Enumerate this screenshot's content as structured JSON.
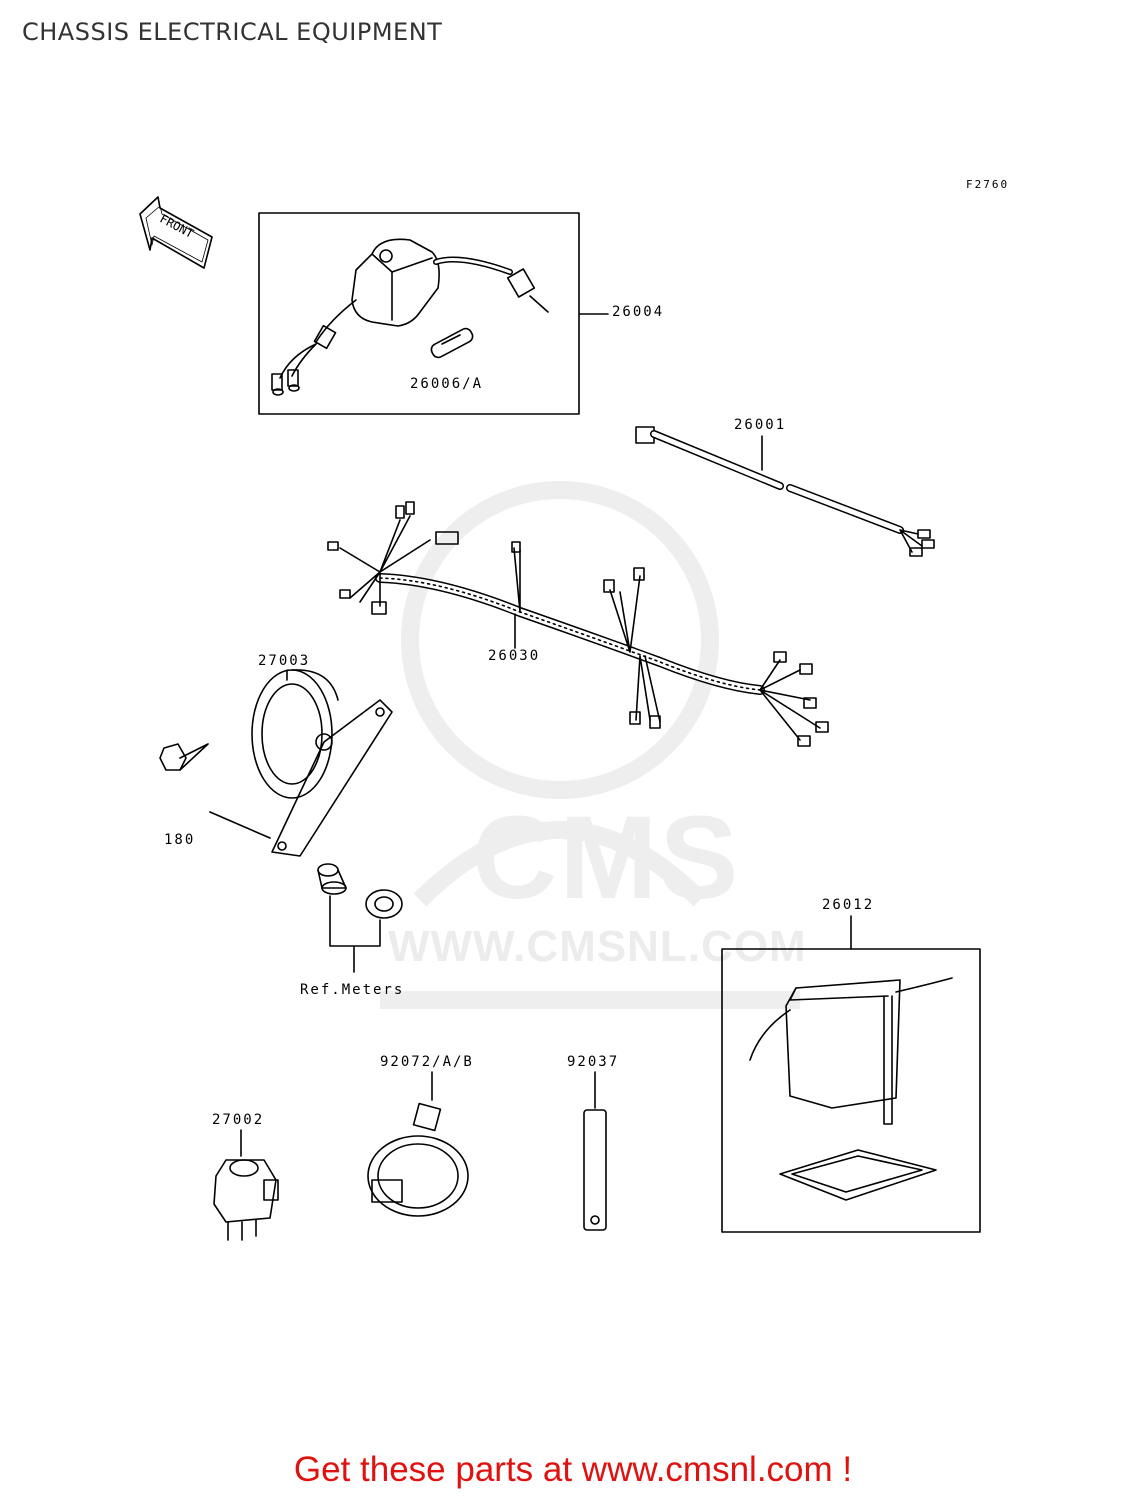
{
  "title": "CHASSIS ELECTRICAL EQUIPMENT",
  "figure_code": "F2760",
  "front_arrow_text": "FRONT",
  "watermark": {
    "logo": "CMS",
    "url": "WWW.CMSNL.COM"
  },
  "parts": {
    "p26004": "26004",
    "p26006": "26006/A",
    "p26001": "26001",
    "p26030": "26030",
    "p27003": "27003",
    "p180": "180",
    "ref_meters": "Ref.Meters",
    "p26012": "26012",
    "p92072": "92072/A/B",
    "p92037": "92037",
    "p27002": "27002"
  },
  "footer": {
    "text": "Get these parts at www.cmsnl.com !",
    "color": "#e0120f"
  }
}
